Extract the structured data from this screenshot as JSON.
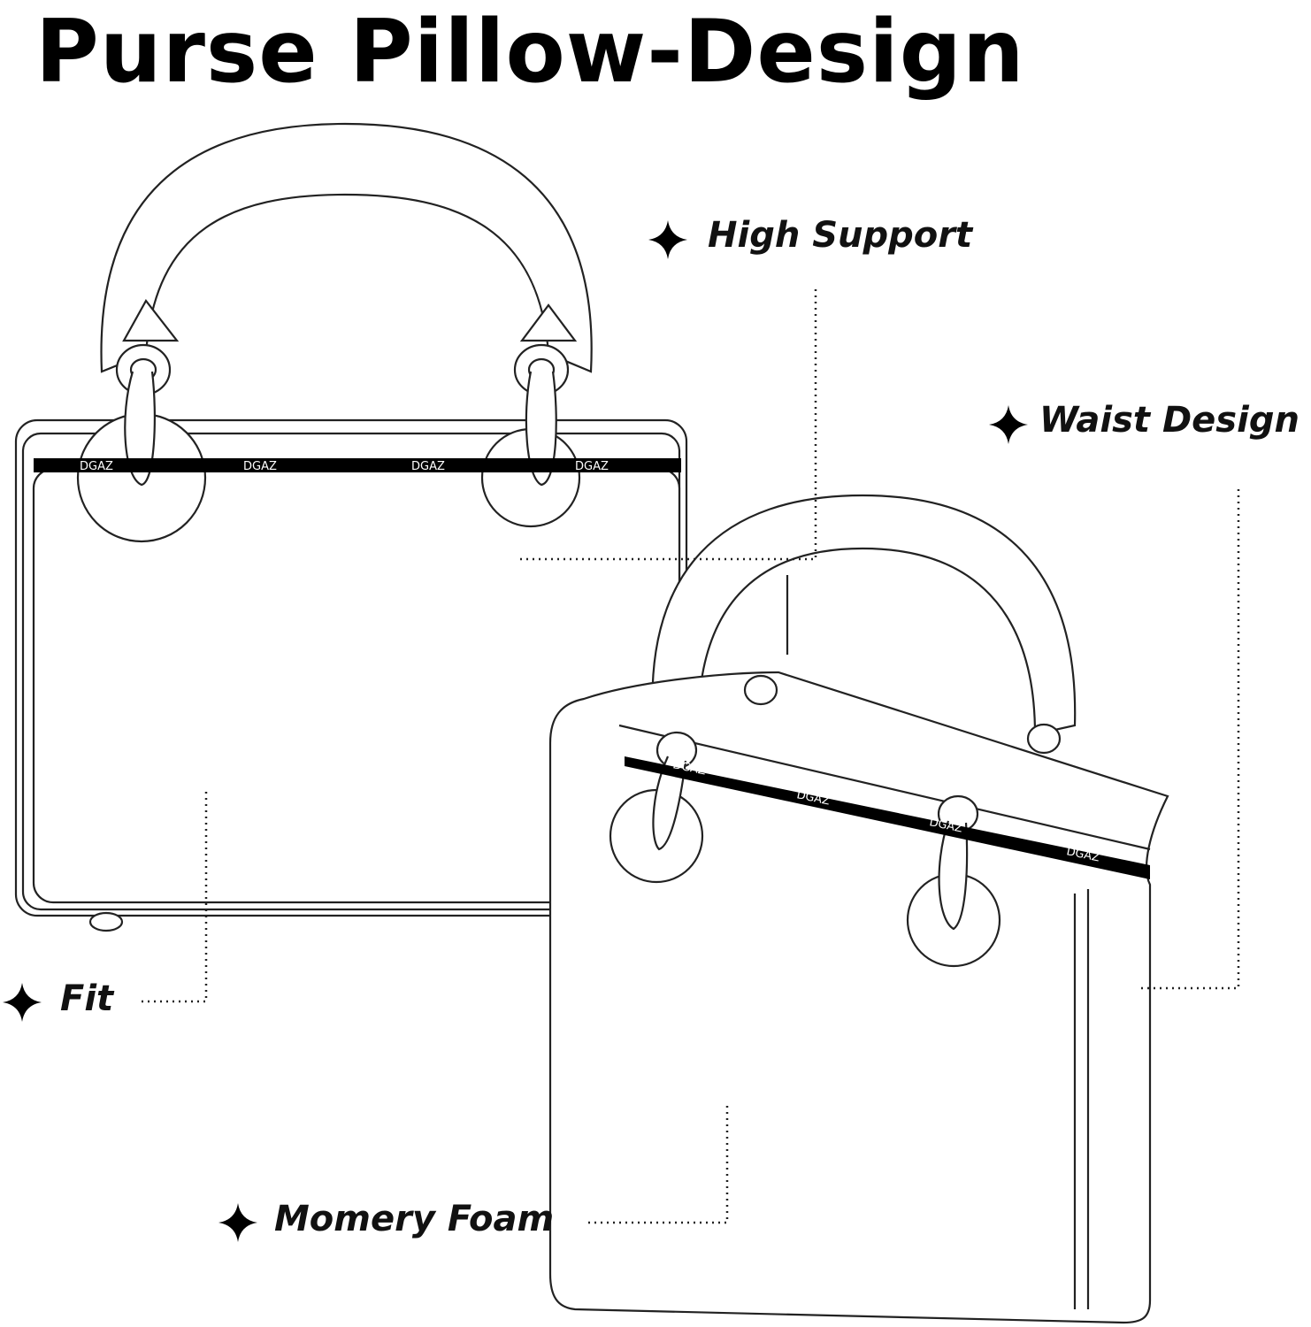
{
  "title": "Purse Pillow-Design",
  "features": [
    {
      "label": "High Support",
      "icon": "four-point-star-icon"
    },
    {
      "label": "Waist Design",
      "icon": "four-point-star-icon"
    },
    {
      "label": "Fit",
      "icon": "four-point-star-icon"
    },
    {
      "label": "Momery Foam",
      "icon": "four-point-star-icon"
    }
  ],
  "band_logo": "DGAZ",
  "colors": {
    "ink": "#000000",
    "outline": "#222222",
    "fill": "#ffffff"
  }
}
